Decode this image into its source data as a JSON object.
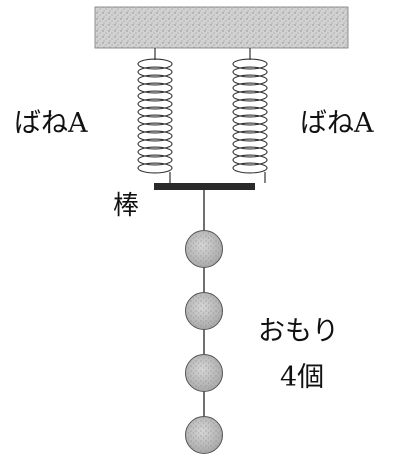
{
  "labels": {
    "spring_left": "ばねA",
    "spring_right": "ばねA",
    "rod": "棒",
    "weights": "おもり",
    "weights_count": "4個"
  },
  "diagram": {
    "spring_count": 2,
    "weight_count": 4,
    "colors": {
      "ceiling": "#c9c9c9",
      "rod": "#2a2a2a",
      "weight": "#bdbdbd",
      "line": "#333333"
    }
  }
}
